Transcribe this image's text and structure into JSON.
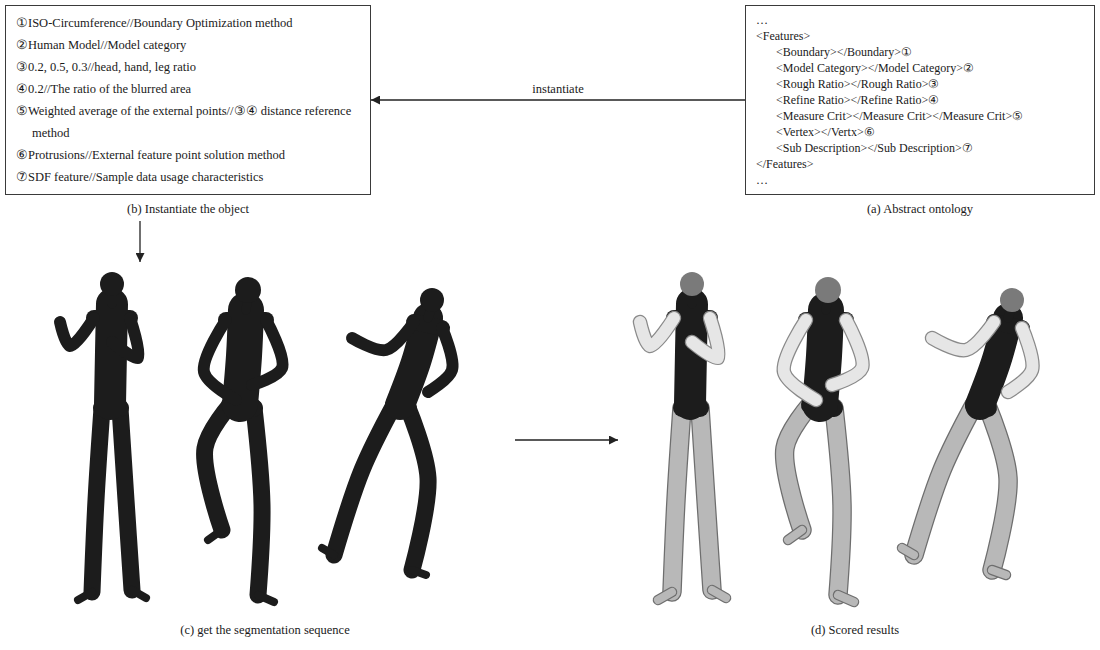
{
  "diagram": {
    "nodes": [
      {
        "text": [
          "①ISO-Circumference//Boundary Optimization method",
          "②Human Model//Model category",
          "③0.2, 0.5, 0.3//head, hand, leg ratio",
          "④0.2//The ratio of the blurred area",
          "⑤Weighted average of the external points//③④ distance reference method",
          "⑥Protrusions//External feature point solution method",
          "⑦SDF feature//Sample data usage characteristics",
          "(b) Instantiate the object"
        ]
      },
      {
        "text": [
          "…",
          "<Features>",
          "<Boundary></Boundary>①",
          "<Model Category></Model Category>②",
          "<Rough Ratio></Rough Ratio>③",
          "<Refine Ratio></Refine Ratio>④",
          "<Measure Crit></Measure Crit></Measure Crit>⑤",
          "<Vertex></Vertx>⑥",
          "<Sub Description></Sub Description>⑦",
          "</Features>",
          "…",
          "(a) Abstract ontology"
        ]
      },
      {
        "text": [
          "(c) get the segmentation sequence"
        ]
      },
      {
        "text": [
          "(d) Scored results"
        ]
      }
    ],
    "edges": [
      {
        "from": 1,
        "to": 0,
        "arrow": "to",
        "label": "instantiate"
      },
      {
        "from": 0,
        "to": 2,
        "arrow": "to"
      },
      {
        "from": 2,
        "to": 3,
        "arrow": "to"
      }
    ]
  }
}
